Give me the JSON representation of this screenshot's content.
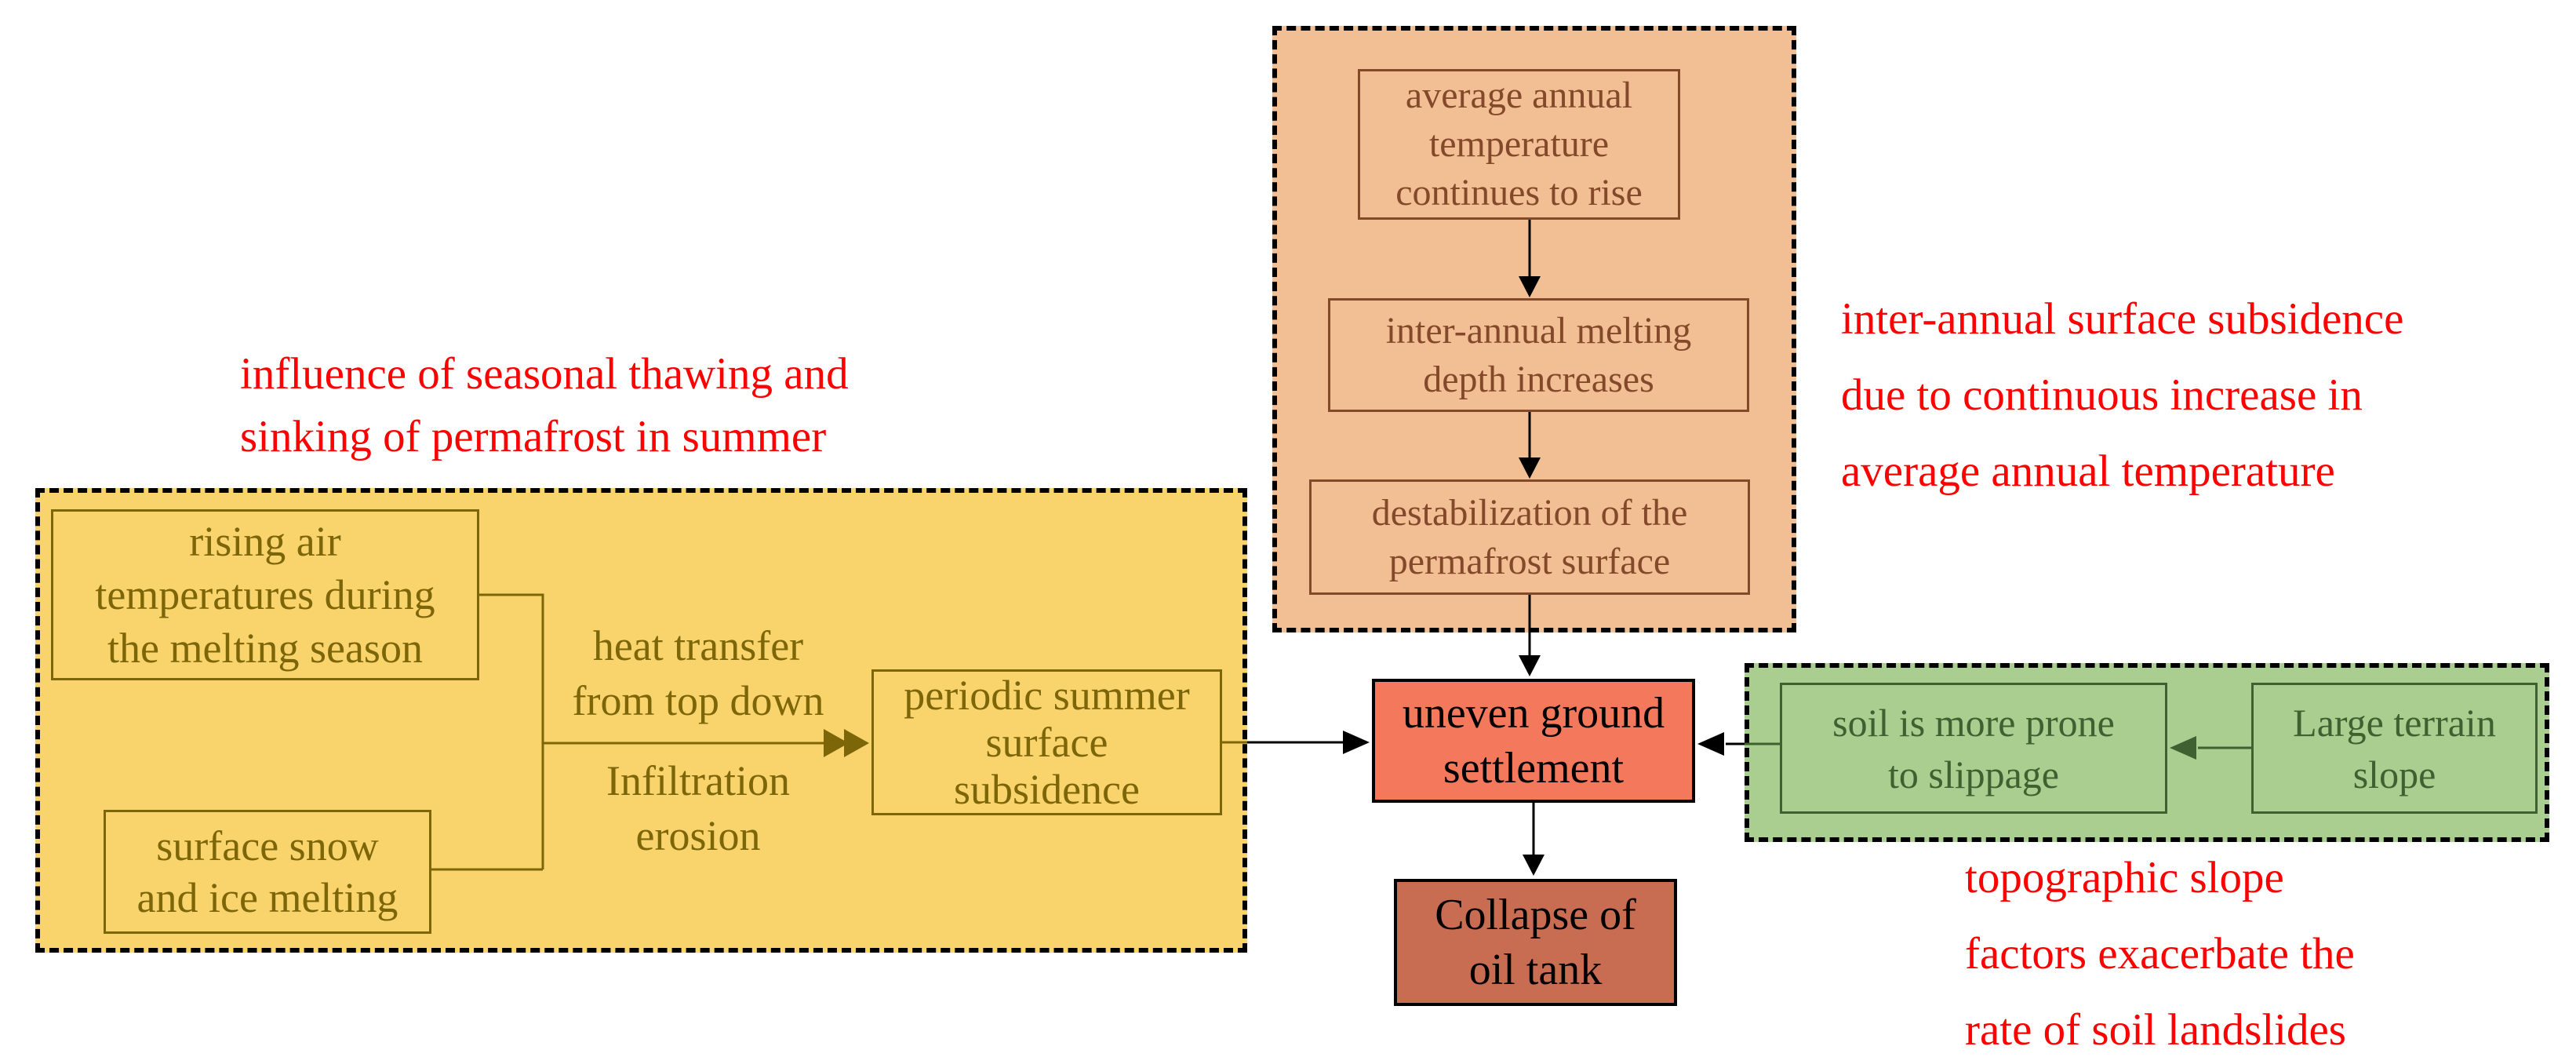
{
  "annotations": {
    "seasonal": {
      "lines": [
        "influence of seasonal thawing and",
        "sinking of permafrost in summer"
      ]
    },
    "interannual": {
      "lines": [
        "inter-annual surface subsidence",
        "due to continuous increase in",
        "average annual temperature"
      ]
    },
    "slope": {
      "lines": [
        "topographic slope",
        "factors exacerbate the",
        "rate of soil landslides"
      ]
    }
  },
  "nodes": {
    "rising_air": {
      "lines": [
        "rising air",
        "temperatures during",
        "the melting season"
      ]
    },
    "snow_ice": {
      "lines": [
        "surface snow",
        "and ice melting"
      ]
    },
    "heat_transfer": {
      "lines": [
        "heat transfer",
        "from top down"
      ]
    },
    "infiltration": {
      "lines": [
        "Infiltration",
        "erosion"
      ]
    },
    "periodic_subsidence": {
      "lines": [
        "periodic summer",
        "surface",
        "subsidence"
      ]
    },
    "avg_temp": {
      "lines": [
        "average annual",
        "temperature",
        "continues to rise"
      ]
    },
    "melting_depth": {
      "lines": [
        "inter-annual melting",
        "depth increases"
      ]
    },
    "destabilization": {
      "lines": [
        "destabilization of the",
        "permafrost surface"
      ]
    },
    "uneven_settlement": {
      "lines": [
        "uneven ground",
        "settlement"
      ]
    },
    "collapse": {
      "lines": [
        "Collapse of",
        "oil tank"
      ]
    },
    "soil_slippage": {
      "lines": [
        "soil is more prone",
        "to slippage"
      ]
    },
    "terrain_slope": {
      "lines": [
        "Large terrain",
        "slope"
      ]
    }
  },
  "colors": {
    "annotation_red": "#FF0000",
    "yellow_bg": "#F9D36B",
    "yellow_ink": "#7D6608",
    "orange_bg": "#F2BE93",
    "orange_ink": "#84492B",
    "green_bg": "#A9CE8F",
    "green_ink": "#3F6030",
    "salmon_bg": "#F4795C",
    "terracotta_bg": "#C86C52",
    "wire_black": "#000000"
  }
}
